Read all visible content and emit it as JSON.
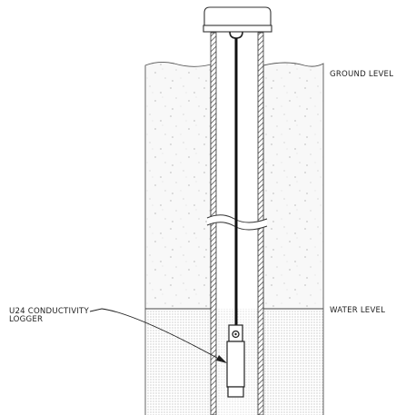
{
  "labels": {
    "ground_level": "GROUND LEVEL",
    "water_level": "WATER LEVEL",
    "logger_line1": "U24 CONDUCTIVITY",
    "logger_line2": "LOGGER"
  }
}
